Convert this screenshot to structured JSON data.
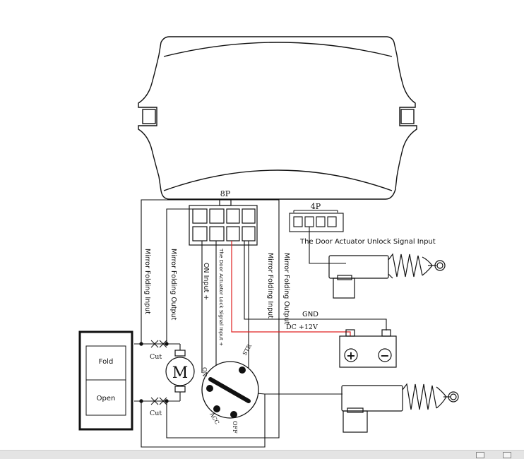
{
  "connectors": {
    "main": "8P",
    "aux": "4P"
  },
  "labels": {
    "unlock_signal": "The Door Actuator Unlock Signal Input",
    "lock_signal": "The Door Actuator Lock Signal Input  +",
    "mirror_folding_input_left": "Mirror Folding Input",
    "mirror_folding_output_left": "Mirror Folding Output",
    "on_input": "ON Input  +",
    "mirror_folding_input_right": "Mirror Folding Input",
    "mirror_folding_output_right": "Mirror Folding Output",
    "gnd": "GND",
    "dc": "DC  +12V",
    "motor": "M",
    "cut_top": "Cut",
    "cut_bottom": "Cut"
  },
  "switch": {
    "fold": "Fold",
    "open": "Open"
  },
  "ignition": {
    "on": "ON",
    "str": "STR",
    "acc": "ACC",
    "off": "OFF"
  },
  "battery": {
    "plus": "+",
    "minus": "−"
  },
  "colors": {
    "wire": "#000000",
    "power_wire": "#e02020"
  },
  "bottom_bar": {
    "icons": [
      "screen-icon",
      "list-icon"
    ]
  }
}
